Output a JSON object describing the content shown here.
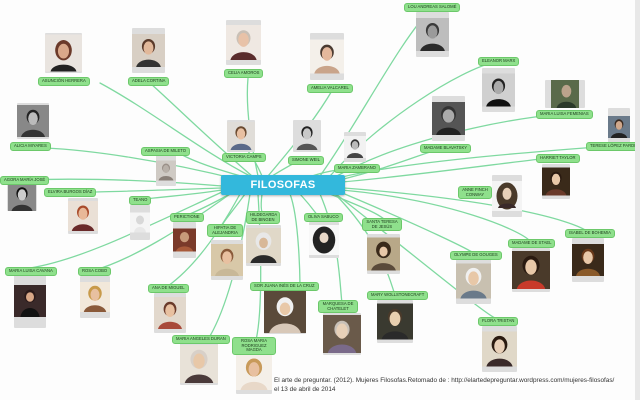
{
  "central_topic": "FILOSOFAS",
  "nodes": {
    "lou": "LOU ANDREAS SALOMÉ",
    "asuncion": "ASUNCIÓN HERRERA",
    "adela": "ADELA CORTINA",
    "celia": "CELIA AMOROS",
    "amelia": "AMELIA VALCAREL",
    "eleanor": "ELEANOR MARX",
    "maria_luisa_femenias": "MARIA LUISA FEMENIAS",
    "alicia": "ALICIA MIYARES",
    "aspasia": "ASPASIA DE MILETO",
    "victoria": "VICTORIA CAMPS",
    "simone": "SIMONE WEIL",
    "maria_zambrano": "MARIA ZAMBRANO",
    "madame_blavatsky": "MADAME BLAVATSKY",
    "harriet": "HARRIET TAYLOR",
    "teresa_lopez": "TERESE LÓPEZ PARDINA",
    "agora": "AGORA MARÍA JOSÉ",
    "elvira": "ELVIRA BURGOS DÍAZ",
    "teano": "TEANO",
    "anne": "ANNE FINCH CONWAY",
    "periccione": "PERICTIONE",
    "hildegarda": "HILDEGARDA DE BINGEN",
    "olivia": "OLIVA SABUCO",
    "teresa_jesus": "SANTA TERESA DE JESÚS",
    "isabel": "ISABEL DE BOHEMIA",
    "hipatia": "HIPATIA DE ALEJANDRIA",
    "madame_stael": "MADAME DE STAEL",
    "olympe": "OLYMPE DE GOUGES",
    "maria_luisa_cavana": "MARIA LUISA CAVANA",
    "rosa_cobo": "ROSA COBO",
    "sor_juana": "SOR JUANA INÉS DE LA CRUZ",
    "mary": "MARY WOLLSTONECRAFT",
    "ana_miguel": "ANA DE MIGUEL",
    "marquesa": "MARQUESA DE CHATELET",
    "flora": "FLORA TRISTAN",
    "maria_angeles": "MARIA ANGELES DURAN",
    "rosa_maria": "ROSA MARIA RODRIGUEZ MAGDA"
  },
  "citation": {
    "line1": "El arte de preguntar. (2012). Mujeres Filosofas.Retomado de : http://elartedepreguntar.wordpress.com/mujeres-filosofas/",
    "line2": "el 13 de abril de 2014"
  },
  "colors": {
    "central": "#33b8dc",
    "node": "#8fe08c",
    "branch": "#7fd9a0",
    "border": "#e8e8e8"
  }
}
